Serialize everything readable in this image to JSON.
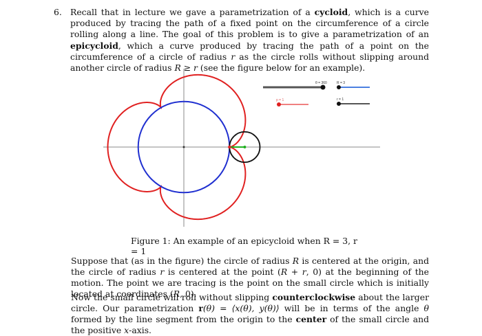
{
  "problem": {
    "number": "6.",
    "s1a": "Recall that in lecture we gave a parametrization of a ",
    "s1b": "cycloid",
    "s1c": ", which is a curve produced by tracing the path of a fixed point on the circumference of a circle rolling along a line. The goal of this problem is to give a parametrization of an ",
    "s1d": "epicycloid",
    "s1e": ", which a curve produced by tracing the path of a point on the circumference of a circle of radius ",
    "s1f": "r",
    "s1g": " as the circle rolls without slipping around another circle of radius ",
    "s1h": "R ≥ r",
    "s1i": " (see the figure below for an example)."
  },
  "figure": {
    "slider_theta": "θ = 360",
    "slider_R": "R = 3",
    "slider_r": "r = 1",
    "slider_p": "p = 1",
    "colors": {
      "epicycloid": "#e02020",
      "big_circle": "#2030d0",
      "small_circle": "#111111",
      "segment": "#20b020",
      "slider_blue": "#4a7fe0",
      "slider_red": "#f08080",
      "slider_gray": "#555555"
    }
  },
  "caption": "Figure 1: An example of an epicycloid when R = 3, r = 1",
  "para1": {
    "a": "Suppose that (as in the figure) the circle of radius ",
    "b": "R",
    "c": " is centered at the origin, and the circle of radius ",
    "d": "r",
    "e": " is centered at the point (",
    "f": "R + r",
    "g": ", 0) at the beginning of the motion. The point we are tracing is the point on the small circle which is initially located at coordinates (",
    "h": "R",
    "i": ", 0)."
  },
  "para2": {
    "a": "Now the small circle will roll without slipping ",
    "b": "counterclockwise",
    "c": " about the larger circle. Our parametrization ",
    "d": "r",
    "e": "(θ) = ⟨x(θ), y(θ)⟩",
    "f": " will be in terms of the angle ",
    "g": "θ",
    "h": " formed by the line segment from the origin to the ",
    "i": "center",
    "j": " of the small circle and the positive ",
    "k": "x",
    "l": "-axis."
  }
}
